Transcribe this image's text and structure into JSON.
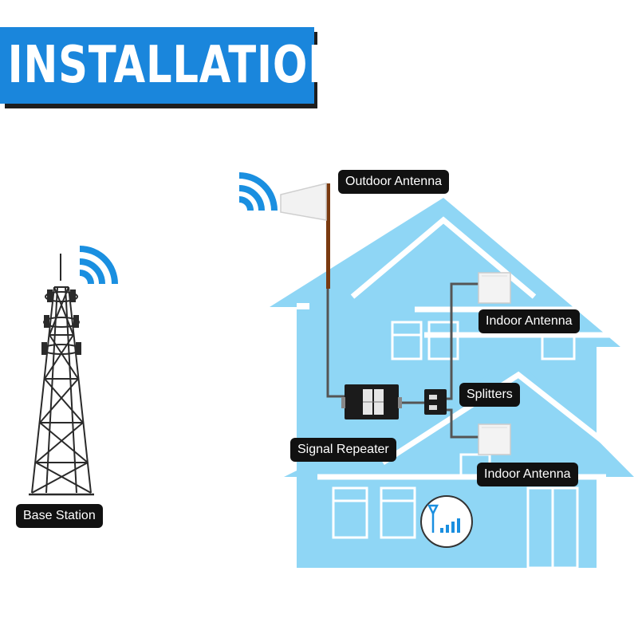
{
  "header": {
    "title": "INSTALLATION"
  },
  "labels": {
    "outdoor_antenna": "Outdoor Antenna",
    "indoor_antenna_top": "Indoor Antenna",
    "splitters": "Splitters",
    "signal_repeater": "Signal Repeater",
    "indoor_antenna_bottom": "Indoor Antenna",
    "base_station": "Base Station"
  },
  "colors": {
    "banner_blue": "#1a86dc",
    "house_blue": "#8fd6f5",
    "house_outline": "#ffffff",
    "signal_blue": "#1a8fe0",
    "cable": "#555555",
    "label_bg": "#111111"
  },
  "icons": [
    "wifi-signal-icon",
    "cell-tower-icon",
    "signal-bars-icon"
  ]
}
